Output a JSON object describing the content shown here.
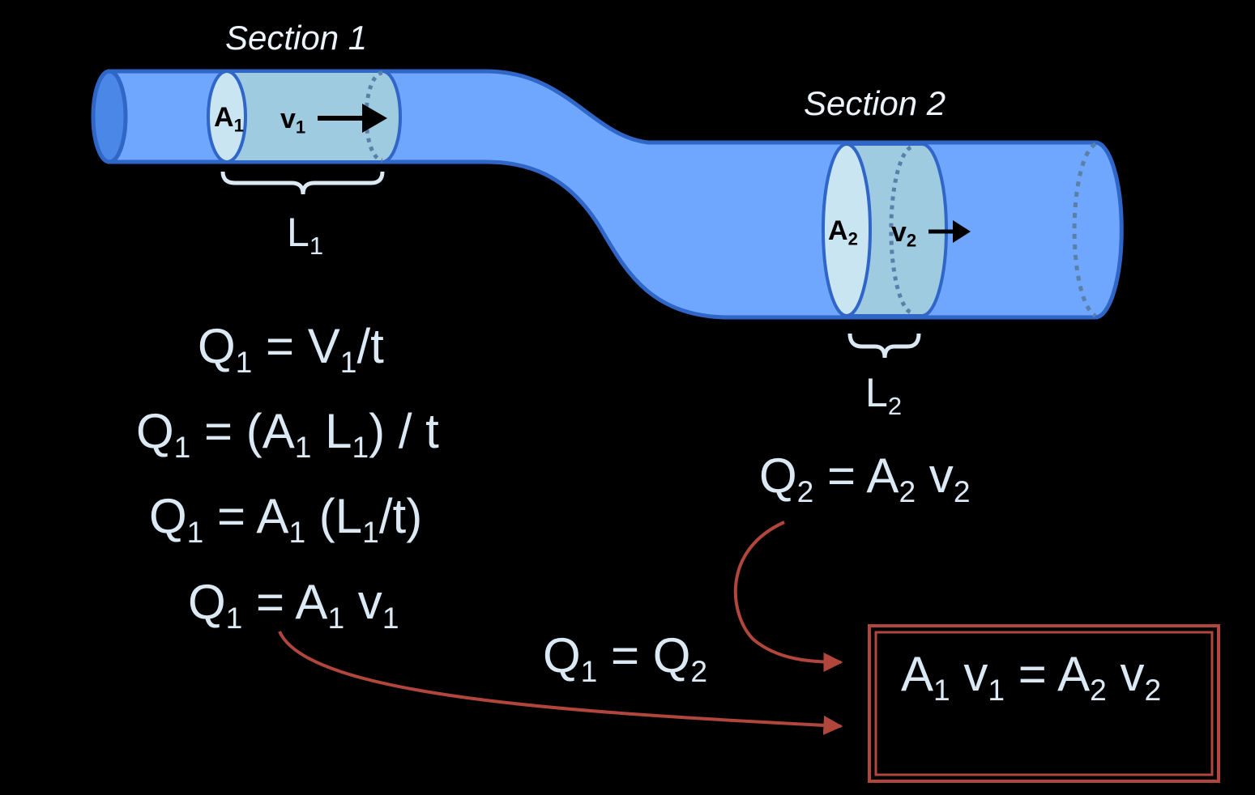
{
  "section1": {
    "title": "Section 1",
    "area": {
      "sym": "A",
      "sub": "1"
    },
    "velocity": {
      "sym": "v",
      "sub": "1"
    },
    "length": {
      "sym": "L",
      "sub": "1"
    }
  },
  "section2": {
    "title": "Section 2",
    "area": {
      "sym": "A",
      "sub": "2"
    },
    "velocity": {
      "sym": "v",
      "sub": "2"
    },
    "length": {
      "sym": "L",
      "sub": "2"
    }
  },
  "equations_section1": [
    {
      "id": "q1-volume",
      "parts": [
        {
          "t": "Q"
        },
        {
          "s": "1"
        },
        {
          "t": " = V"
        },
        {
          "s": "1"
        },
        {
          "t": "/t"
        }
      ]
    },
    {
      "id": "q1-area-length",
      "parts": [
        {
          "t": "Q"
        },
        {
          "s": "1"
        },
        {
          "t": " = (A"
        },
        {
          "s": "1"
        },
        {
          "t": " L"
        },
        {
          "s": "1"
        },
        {
          "t": ") / t"
        }
      ]
    },
    {
      "id": "q1-area-ratio",
      "parts": [
        {
          "t": "Q"
        },
        {
          "s": "1"
        },
        {
          "t": " = A"
        },
        {
          "s": "1"
        },
        {
          "t": " (L"
        },
        {
          "s": "1"
        },
        {
          "t": "/t)"
        }
      ]
    },
    {
      "id": "q1-area-velocity",
      "parts": [
        {
          "t": "Q"
        },
        {
          "s": "1"
        },
        {
          "t": " = A"
        },
        {
          "s": "1"
        },
        {
          "t": " v"
        },
        {
          "s": "1"
        }
      ]
    }
  ],
  "equation_section2": {
    "id": "q2-area-velocity",
    "parts": [
      {
        "t": "Q"
      },
      {
        "s": "2"
      },
      {
        "t": " = A"
      },
      {
        "s": "2"
      },
      {
        "t": " v"
      },
      {
        "s": "2"
      }
    ]
  },
  "equation_equal": {
    "id": "q1-equals-q2",
    "parts": [
      {
        "t": "Q"
      },
      {
        "s": "1"
      },
      {
        "t": " = Q"
      },
      {
        "s": "2"
      }
    ]
  },
  "result": {
    "id": "continuity-result",
    "parts": [
      {
        "t": "A"
      },
      {
        "s": "1"
      },
      {
        "t": " v"
      },
      {
        "s": "1"
      },
      {
        "t": " = A"
      },
      {
        "s": "2"
      },
      {
        "t": " v"
      },
      {
        "s": "2"
      }
    ]
  },
  "colors": {
    "background": "#000000",
    "pipe_fill": "#6fa7ff",
    "pipe_stroke": "#2f66c8",
    "slice_fill": "#9fcbe0",
    "slice_face": "#c9e5f2",
    "text": "#dbe9f5",
    "arrow_red": "#b0463c"
  }
}
